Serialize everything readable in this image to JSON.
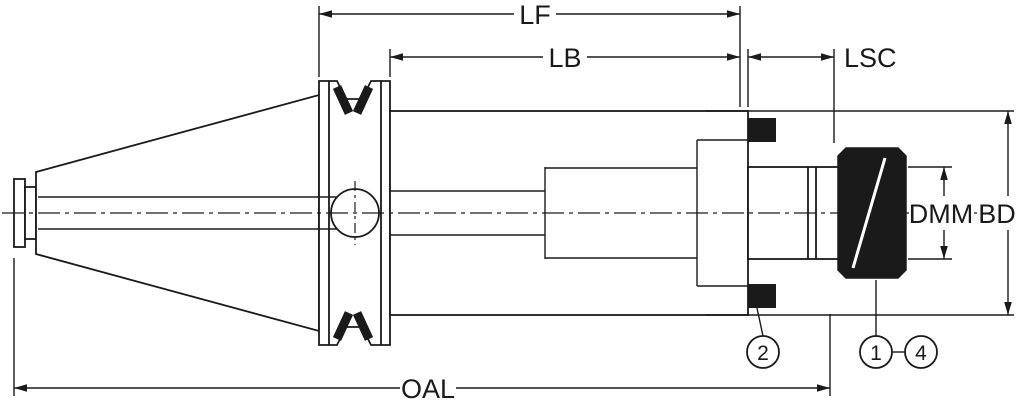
{
  "drawing": {
    "dimension_labels": {
      "lf": "LF",
      "lb": "LB",
      "lsc": "LSC",
      "oal": "OAL",
      "dmm": "DMM",
      "bd": "BD"
    },
    "callout_labels": {
      "item_2": "2",
      "item_1": "1",
      "item_4": "4"
    },
    "colors": {
      "line": "#1a1a1a",
      "background": "#ffffff",
      "solid_parts": "#1a1a1a"
    }
  }
}
